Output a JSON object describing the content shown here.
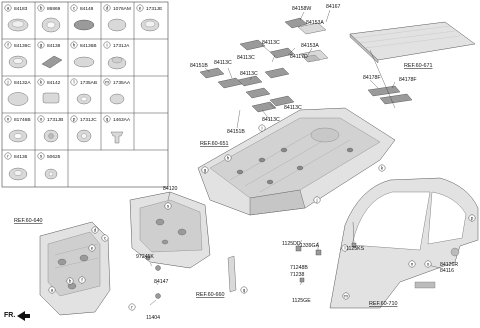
{
  "legend_cells": [
    {
      "letter": "a",
      "part": "84183"
    },
    {
      "letter": "b",
      "part": "86869"
    },
    {
      "letter": "c",
      "part": "84148"
    },
    {
      "letter": "d",
      "part": "1076AM"
    },
    {
      "letter": "e",
      "part": "1731JE"
    },
    {
      "letter": "f",
      "part": "84136C"
    },
    {
      "letter": "g",
      "part": "84138"
    },
    {
      "letter": "h",
      "part": "84136B"
    },
    {
      "letter": "i",
      "part": "1731JA"
    },
    {
      "letter": "j",
      "part": "84132A"
    },
    {
      "letter": "k",
      "part": "84142"
    },
    {
      "letter": "l",
      "part": "1735AB"
    },
    {
      "letter": "m",
      "part": "1735AA"
    },
    {
      "letter": "n",
      "part": "81746B"
    },
    {
      "letter": "o",
      "part": "1731JB"
    },
    {
      "letter": "p",
      "part": "1731JC"
    },
    {
      "letter": "q",
      "part": "1463AA"
    },
    {
      "letter": "r",
      "part": "84136"
    },
    {
      "letter": "s",
      "part": "50625"
    }
  ],
  "part_labels": [
    {
      "text": "84158W"
    },
    {
      "text": "84167"
    },
    {
      "text": "84153A"
    },
    {
      "text": "84113C"
    },
    {
      "text": "84117D"
    },
    {
      "text": "84153A"
    },
    {
      "text": "84113C"
    },
    {
      "text": "84151B"
    },
    {
      "text": "84113C"
    },
    {
      "text": "84113C"
    },
    {
      "text": "84178F"
    },
    {
      "text": "84178F"
    },
    {
      "text": "84113C"
    },
    {
      "text": "84113C"
    },
    {
      "text": "84151B"
    },
    {
      "text": "84120"
    },
    {
      "text": "97245K"
    },
    {
      "text": "84147"
    },
    {
      "text": "11404"
    },
    {
      "text": "1125DD"
    },
    {
      "text": "1339GA"
    },
    {
      "text": "1125KS"
    },
    {
      "text": "71248B"
    },
    {
      "text": "71238"
    },
    {
      "text": "1125GE"
    },
    {
      "text": "84126R"
    },
    {
      "text": "84116"
    }
  ],
  "references": [
    {
      "text": "REF.60-671"
    },
    {
      "text": "REF.60-651"
    },
    {
      "text": "REF.60-640"
    },
    {
      "text": "REF.60-660"
    },
    {
      "text": "REF.60-710"
    }
  ],
  "front_marker": "FR.",
  "callouts": [
    "a",
    "b",
    "c",
    "d",
    "e",
    "f",
    "g",
    "h",
    "i",
    "j",
    "k",
    "l",
    "m",
    "n",
    "o",
    "p",
    "q",
    "r",
    "s"
  ]
}
